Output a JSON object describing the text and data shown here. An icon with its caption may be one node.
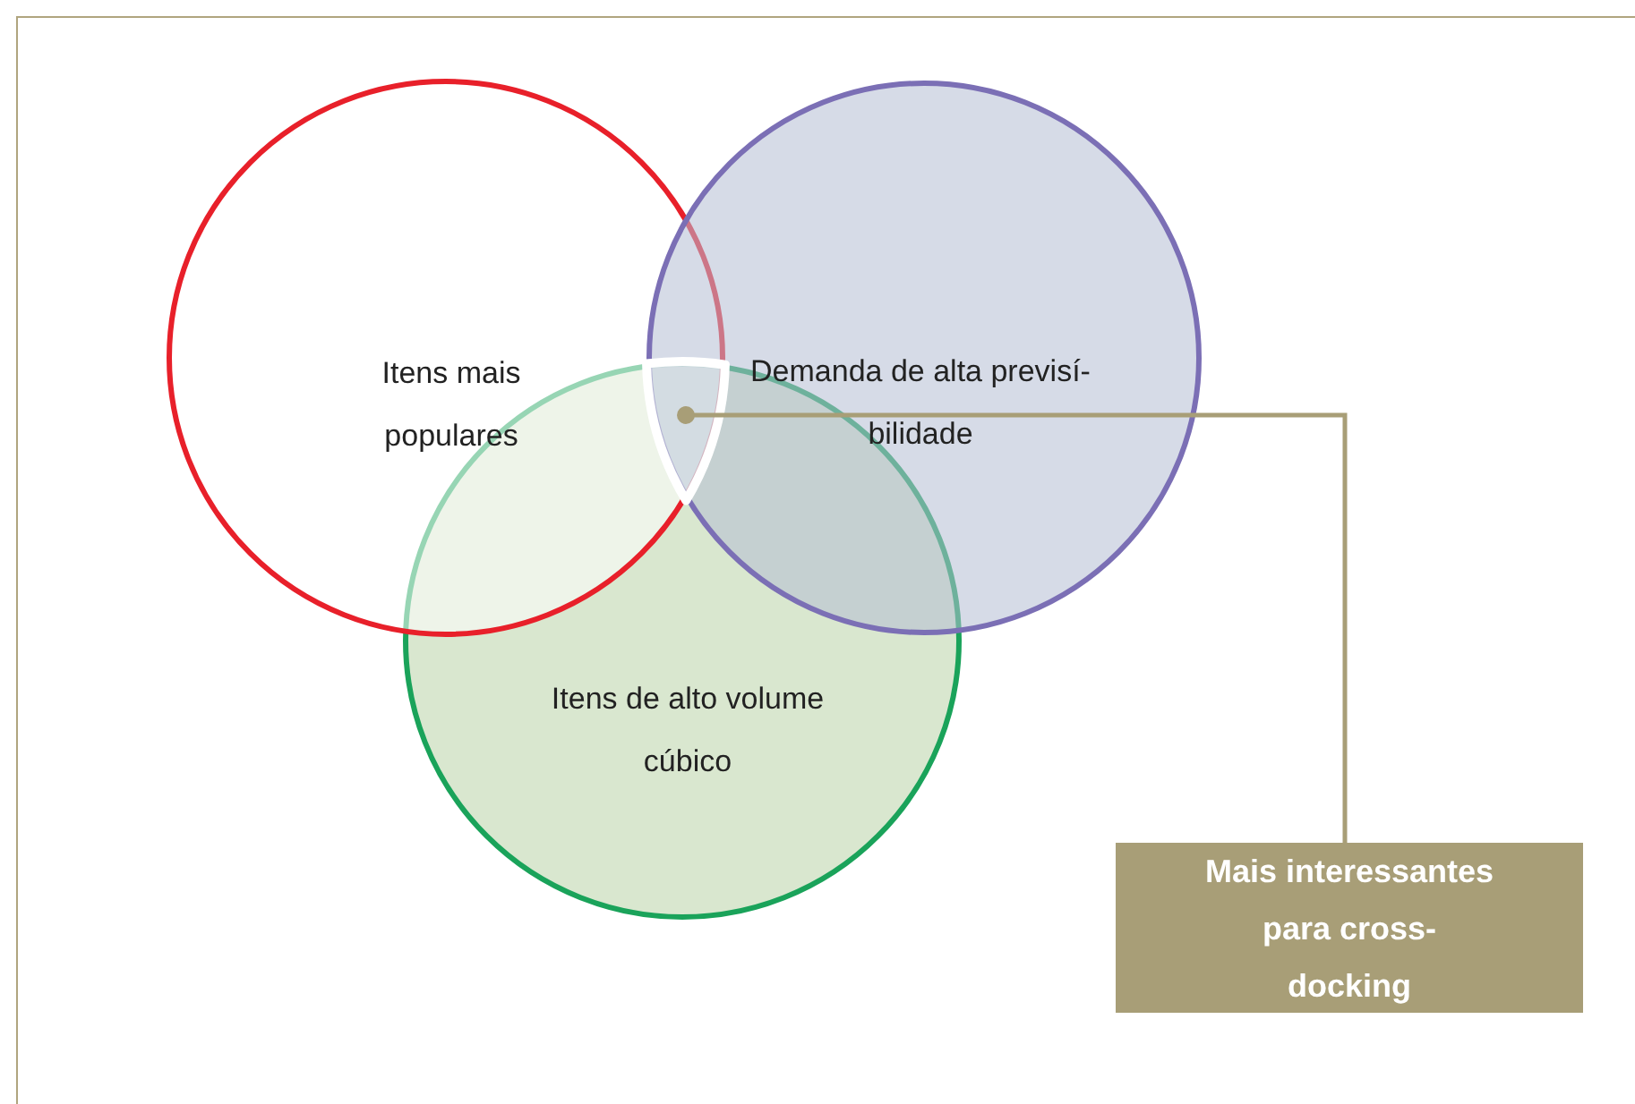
{
  "diagram": {
    "nodes": [
      {
        "text": [
          "Itens mais populares"
        ]
      },
      {
        "text": [
          "Demanda de alta previsí- bilidade"
        ]
      },
      {
        "text": [
          "Itens de alto volume cúbico"
        ]
      },
      {
        "text": [],
        "shape": "triangle"
      },
      {
        "text": [
          "Mais interessantes para cross-docking"
        ]
      }
    ],
    "edges": [
      {
        "from": 4,
        "to": 3,
        "arrow": "other"
      }
    ]
  }
}
